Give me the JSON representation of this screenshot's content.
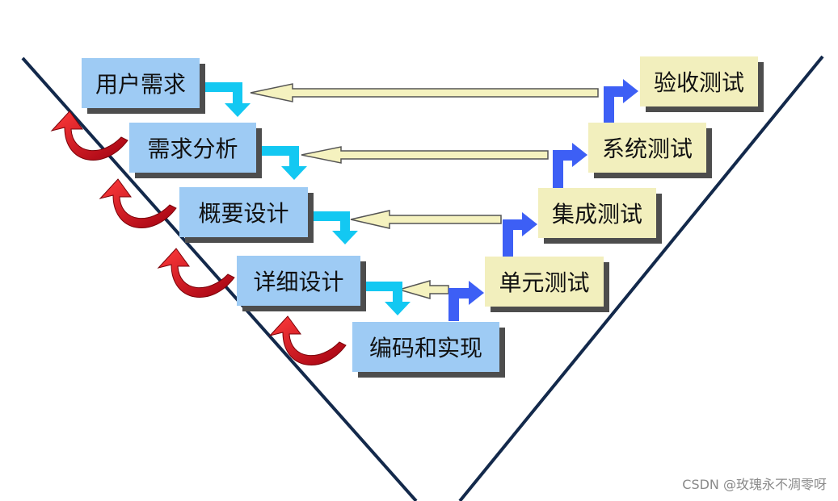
{
  "dev_phases": [
    "用户需求",
    "需求分析",
    "概要设计",
    "详细设计",
    "编码和实现"
  ],
  "test_phases": [
    "单元测试",
    "集成测试",
    "系统测试",
    "验收测试"
  ],
  "watermark": "CSDN @玫瑰永不凋零呀",
  "colors": {
    "dev_box": "#9ecbf4",
    "test_box": "#f2efbd",
    "v_line": "#13294b",
    "cyan_arrow": "#13c8f2",
    "blue_arrow": "#3d5ff5",
    "yellow_arrow": "#f5f2bf",
    "red_arrow": "#c1121a"
  }
}
